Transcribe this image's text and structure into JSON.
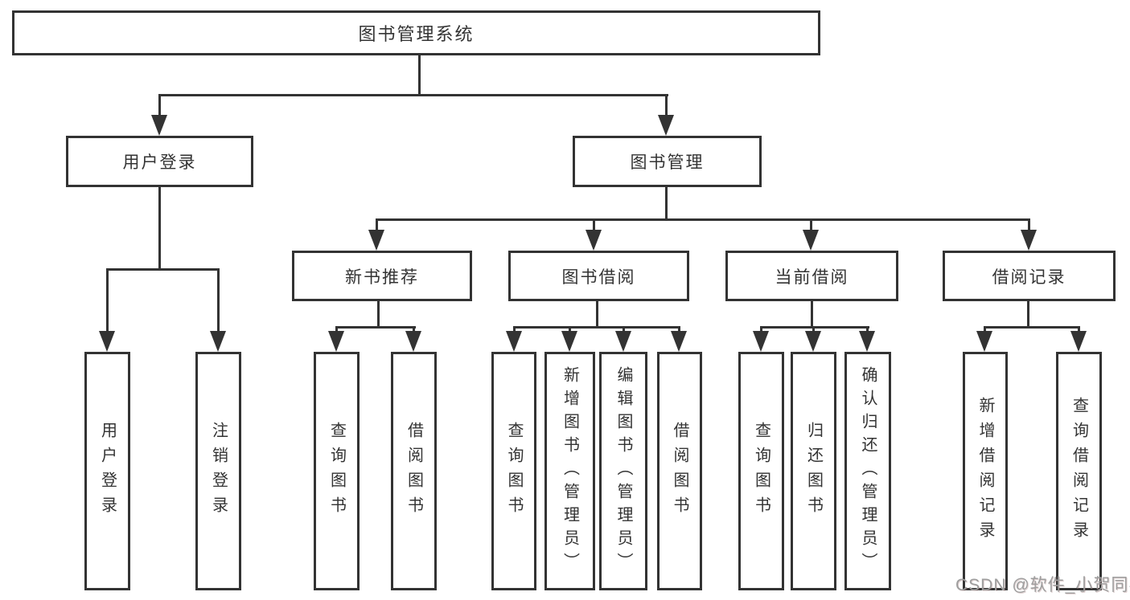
{
  "diagram": {
    "title": "图书管理系统",
    "root": {
      "label": "图书管理系统",
      "children": [
        {
          "label": "用户登录",
          "children": [
            {
              "label": "用户登录"
            },
            {
              "label": "注销登录"
            }
          ]
        },
        {
          "label": "图书管理",
          "children": [
            {
              "label": "新书推荐",
              "children": [
                {
                  "label": "查询图书"
                },
                {
                  "label": "借阅图书"
                }
              ]
            },
            {
              "label": "图书借阅",
              "children": [
                {
                  "label": "查询图书"
                },
                {
                  "label": "新增图书（管理员）"
                },
                {
                  "label": "编辑图书（管理员）"
                },
                {
                  "label": "借阅图书"
                }
              ]
            },
            {
              "label": "当前借阅",
              "children": [
                {
                  "label": "查询图书"
                },
                {
                  "label": "归还图书"
                },
                {
                  "label": "确认归还（管理员）"
                }
              ]
            },
            {
              "label": "借阅记录",
              "children": [
                {
                  "label": "新增借阅记录"
                },
                {
                  "label": "查询借阅记录"
                }
              ]
            }
          ]
        }
      ]
    },
    "colors": {
      "line": "#333333",
      "background": "#ffffff",
      "watermark": "#9e9e9e"
    }
  },
  "watermark": {
    "text": "CSDN @软件_小贺同学"
  }
}
